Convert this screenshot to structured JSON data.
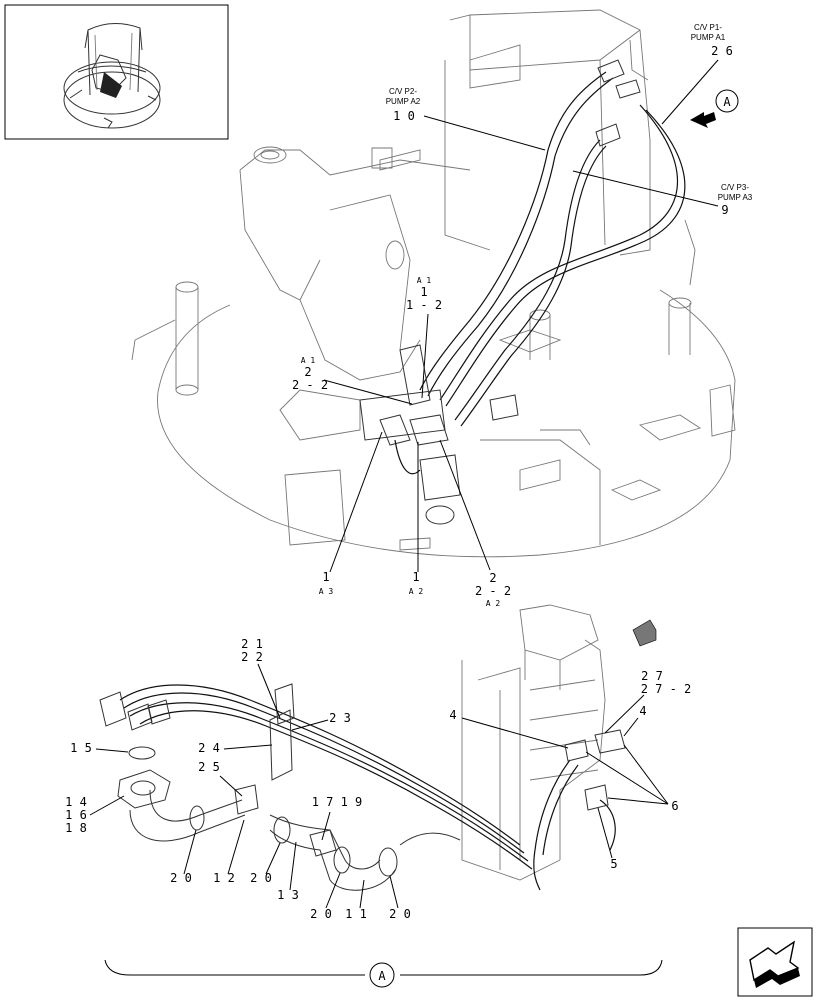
{
  "callouts": {
    "cv_p1": {
      "title": "C/V P1-",
      "subtitle": "PUMP A1",
      "number": "2 6"
    },
    "cv_p2": {
      "title": "C/V P2-",
      "subtitle": "PUMP A2",
      "number": "1 0"
    },
    "cv_p3": {
      "title": "C/V P3-",
      "subtitle": "PUMP A3",
      "number": "9"
    },
    "a1_top": {
      "prefix": "A 1",
      "n1": "1",
      "n2": "1 - 2"
    },
    "a1_left": {
      "prefix": "A 1",
      "n1": "2",
      "n2": "2 - 2"
    },
    "bottom_left": {
      "n": "1",
      "suffix": "A 3"
    },
    "bottom_mid": {
      "n": "1",
      "suffix": "A 2"
    },
    "bottom_right": {
      "n1": "2",
      "n2": "2 - 2",
      "suffix": "A 2"
    }
  },
  "lower": {
    "l21": "2 1",
    "l22": "2 2",
    "l23": "2 3",
    "l24": "2 4",
    "l25": "2 5",
    "l15": "1 5",
    "l14": "1 4",
    "l16": "1 6",
    "l18": "1 8",
    "l1719": "1 7 1 9",
    "l20a": "2 0",
    "l12": "1 2",
    "l20b": "2 0",
    "l13": "1 3",
    "l20c": "2 0",
    "l11": "1 1",
    "l20d": "2 0",
    "l27": "2 7",
    "l27_2": "2 7 - 2",
    "l4a": "4",
    "l4b": "4",
    "l6": "6",
    "l5": "5"
  },
  "view_marker": "A",
  "view_marker_bottom": "A",
  "icons": [
    "machine-thumbnail",
    "flow-arrow-icon",
    "view-direction-icon",
    "navigation-arrow-icon"
  ]
}
